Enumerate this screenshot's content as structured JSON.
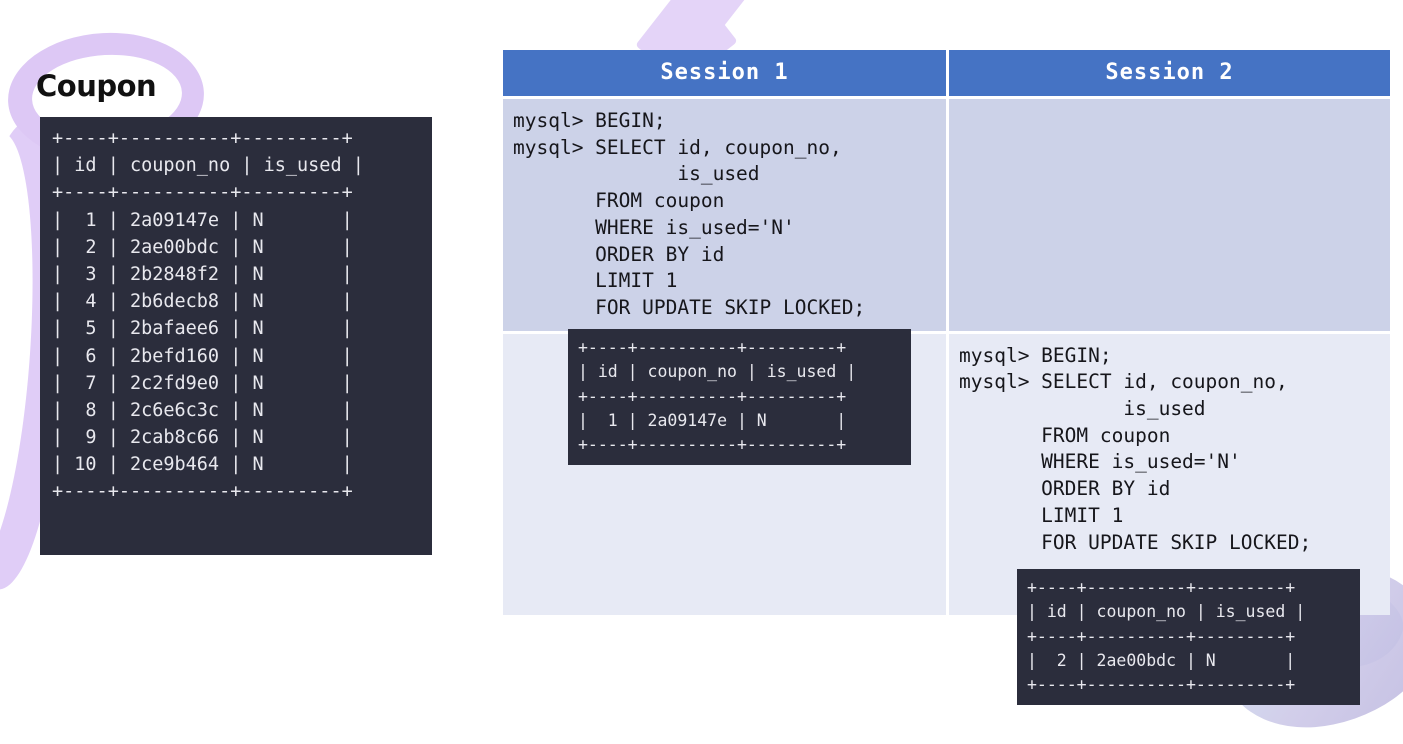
{
  "theme": {
    "header_blue": "#4573c4",
    "row1_bg": "#ccd2e8",
    "row2_bg": "#e7eaf5",
    "console_bg": "#2b2d3c",
    "console_fg": "#e8e8ee",
    "accent_purple": "#ddc8f5"
  },
  "coupon_panel": {
    "title": "Coupon",
    "table_columns": [
      "id",
      "coupon_no",
      "is_used"
    ],
    "rows": [
      {
        "id": "1",
        "coupon_no": "2a09147e",
        "is_used": "N"
      },
      {
        "id": "2",
        "coupon_no": "2ae00bdc",
        "is_used": "N"
      },
      {
        "id": "3",
        "coupon_no": "2b2848f2",
        "is_used": "N"
      },
      {
        "id": "4",
        "coupon_no": "2b6decb8",
        "is_used": "N"
      },
      {
        "id": "5",
        "coupon_no": "2bafaee6",
        "is_used": "N"
      },
      {
        "id": "6",
        "coupon_no": "2befd160",
        "is_used": "N"
      },
      {
        "id": "7",
        "coupon_no": "2c2fd9e0",
        "is_used": "N"
      },
      {
        "id": "8",
        "coupon_no": "2c6e6c3c",
        "is_used": "N"
      },
      {
        "id": "9",
        "coupon_no": "2cab8c66",
        "is_used": "N"
      },
      {
        "id": "10",
        "coupon_no": "2ce9b464",
        "is_used": "N"
      }
    ],
    "ascii_table": "+----+----------+---------+\n| id | coupon_no | is_used |\n+----+----------+---------+\n|  1 | 2a09147e | N       |\n|  2 | 2ae00bdc | N       |\n|  3 | 2b2848f2 | N       |\n|  4 | 2b6decb8 | N       |\n|  5 | 2bafaee6 | N       |\n|  6 | 2befd160 | N       |\n|  7 | 2c2fd9e0 | N       |\n|  8 | 2c6e6c3c | N       |\n|  9 | 2cab8c66 | N       |\n| 10 | 2ce9b464 | N       |\n+----+----------+---------+"
  },
  "sessions": {
    "headers": [
      "Session 1",
      "Session 2"
    ],
    "session1": {
      "sql": "mysql> BEGIN;\nmysql> SELECT id, coupon_no,\n              is_used\n       FROM coupon\n       WHERE is_used='N'\n       ORDER BY id\n       LIMIT 1\n       FOR UPDATE SKIP LOCKED;",
      "result": "+----+----------+---------+\n| id | coupon_no | is_used |\n+----+----------+---------+\n|  1 | 2a09147e | N       |\n+----+----------+---------+",
      "result_row": {
        "id": "1",
        "coupon_no": "2a09147e",
        "is_used": "N"
      }
    },
    "session2": {
      "sql": "mysql> BEGIN;\nmysql> SELECT id, coupon_no,\n              is_used\n       FROM coupon\n       WHERE is_used='N'\n       ORDER BY id\n       LIMIT 1\n       FOR UPDATE SKIP LOCKED;",
      "result": "+----+----------+---------+\n| id | coupon_no | is_used |\n+----+----------+---------+\n|  2 | 2ae00bdc | N       |\n+----+----------+---------+",
      "result_row": {
        "id": "2",
        "coupon_no": "2ae00bdc",
        "is_used": "N"
      },
      "empty_cell_top": ""
    }
  }
}
